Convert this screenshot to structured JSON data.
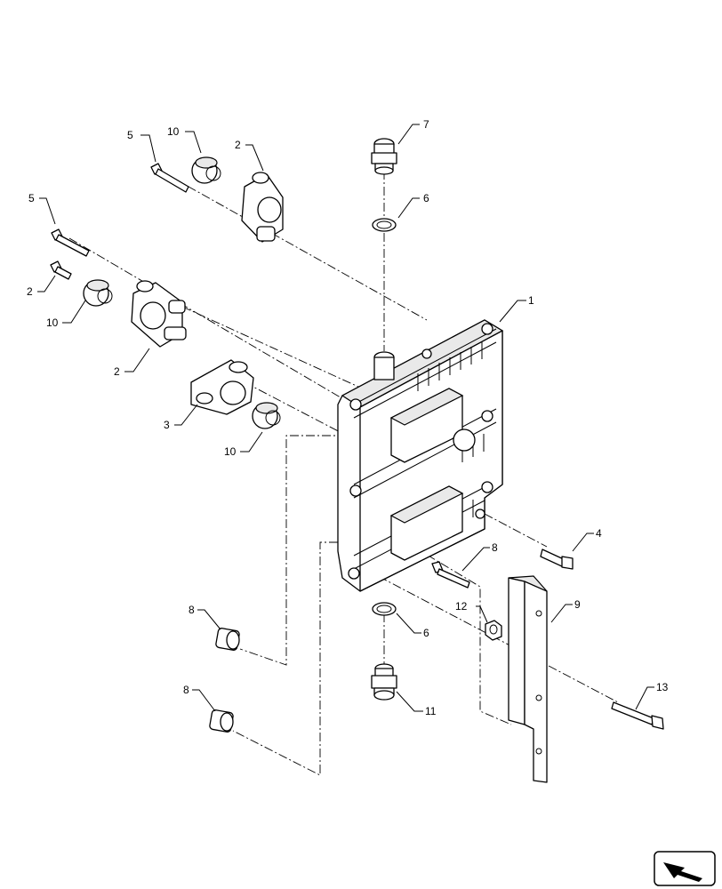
{
  "diagram": {
    "callouts": {
      "c1": "1",
      "c2a": "2",
      "c2b": "2",
      "c2c": "2",
      "c3": "3",
      "c4": "4",
      "c5a": "5",
      "c5b": "5",
      "c6a": "6",
      "c6b": "6",
      "c7": "7",
      "c8a": "8",
      "c8b": "8",
      "c8c": "8",
      "c9": "9",
      "c10a": "10",
      "c10b": "10",
      "c10c": "10",
      "c11": "11",
      "c12": "12",
      "c13": "13"
    },
    "nav_icon": "arrow-icon"
  }
}
